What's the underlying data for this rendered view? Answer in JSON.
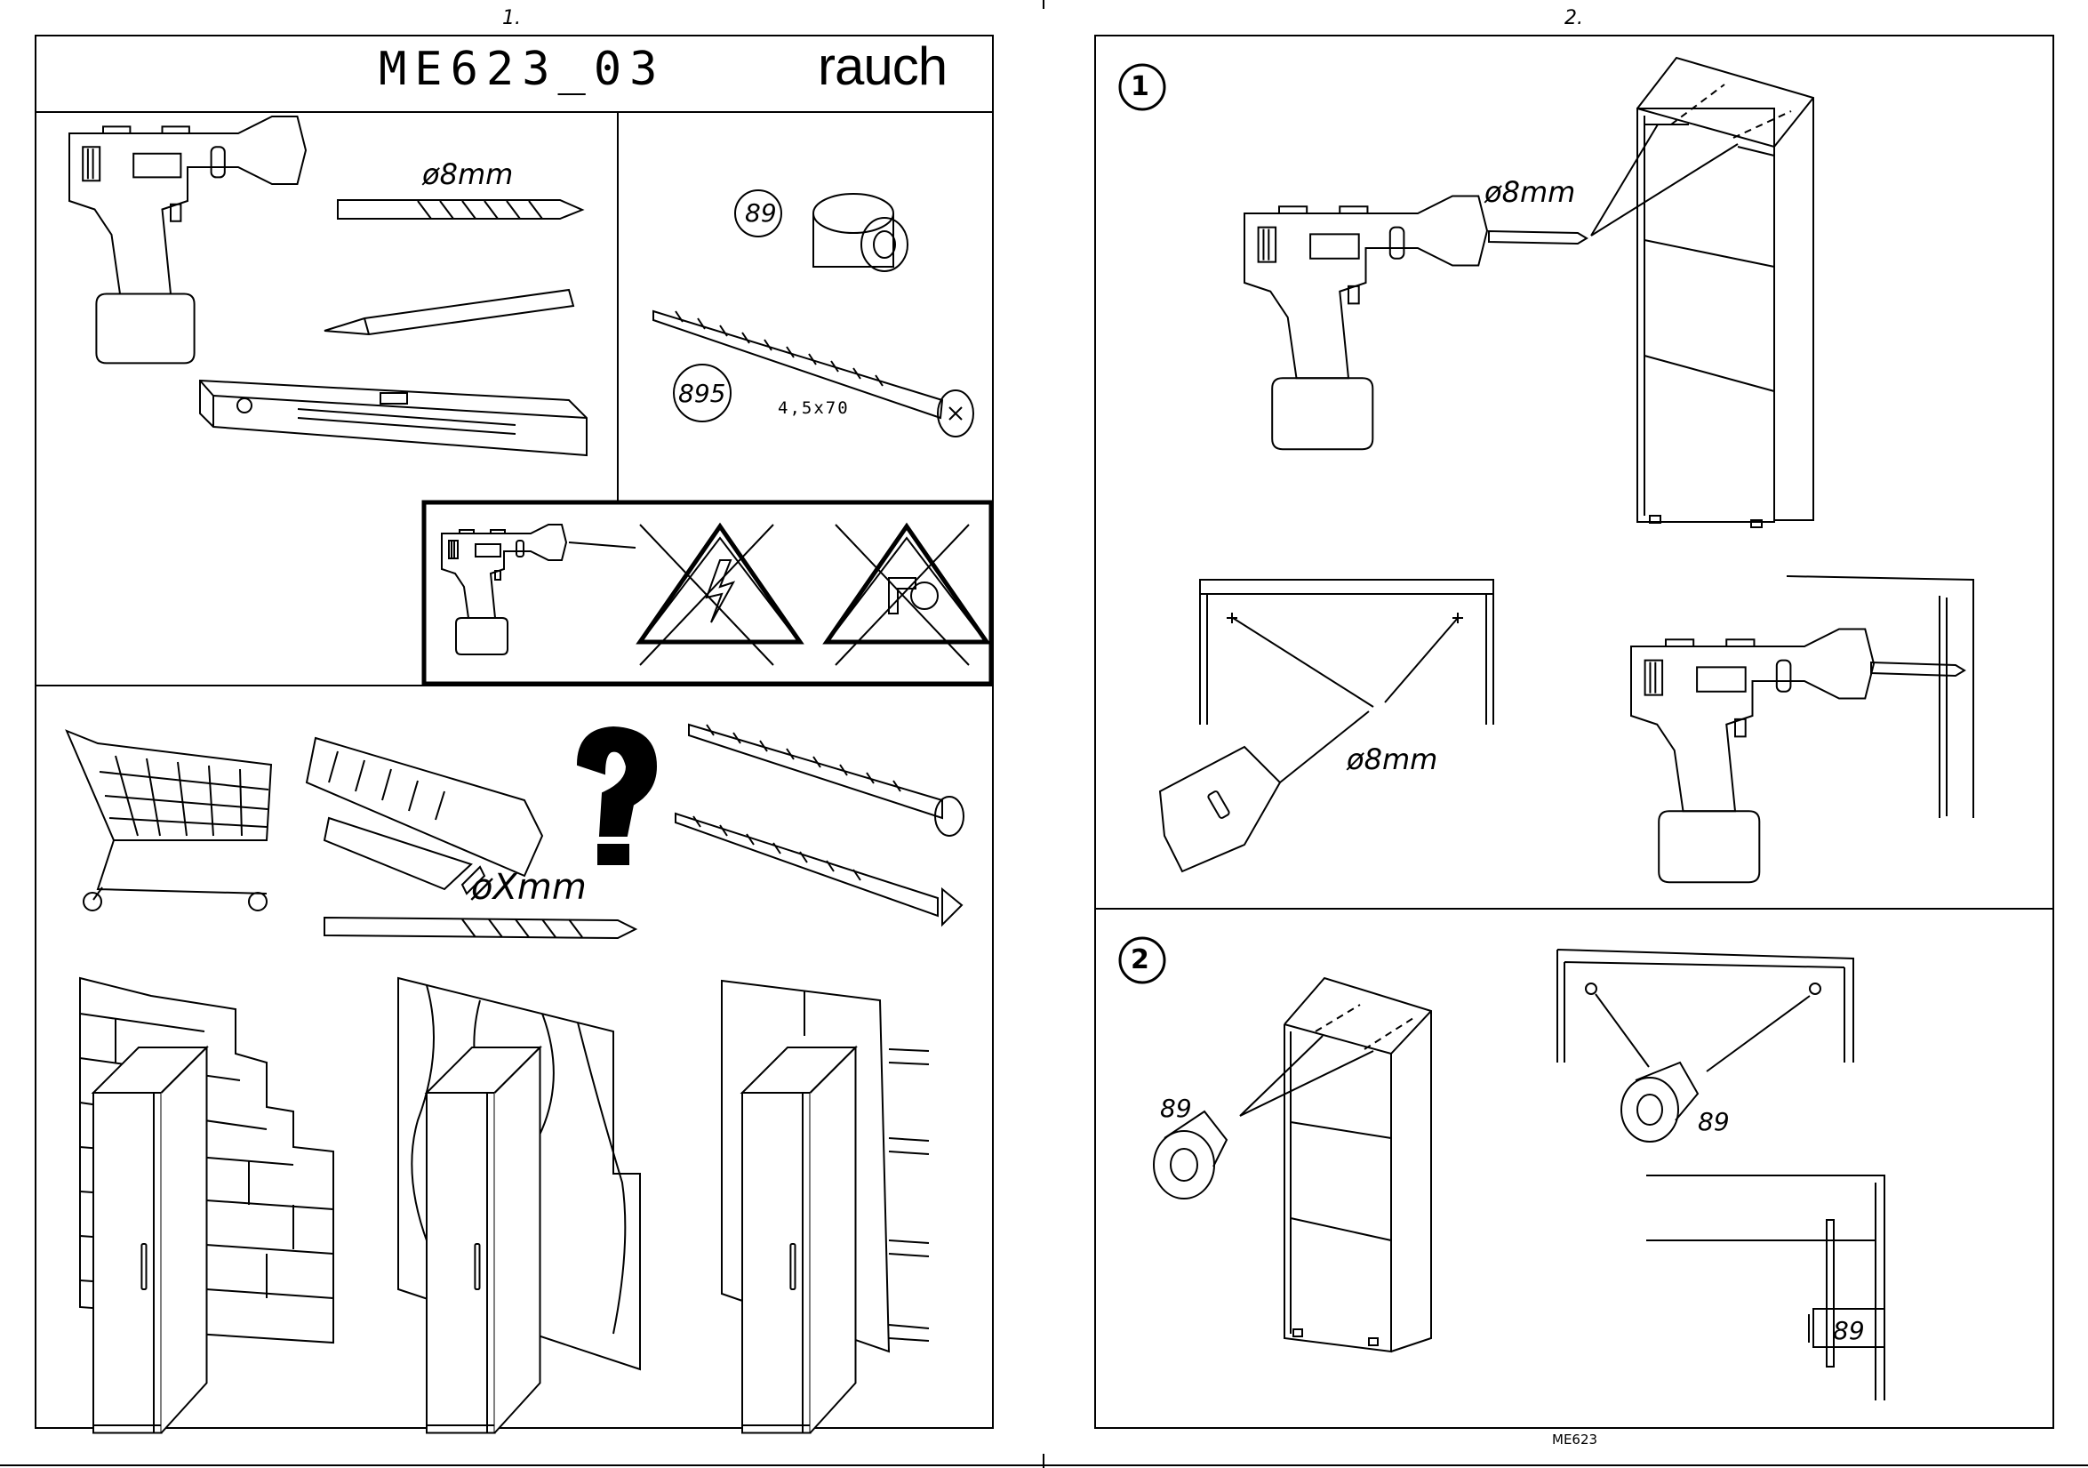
{
  "page_left": {
    "number": "1.",
    "model_code": "ME623_03",
    "brand": "rauch"
  },
  "page_right": {
    "number": "2.",
    "footer_code": "ME623"
  },
  "tools": {
    "drill_bit_size": "ø8mm",
    "plug_part_no": "89",
    "screw_part_no": "895",
    "screw_size": "4,5x70"
  },
  "wall_fixing": {
    "unknown_size": "øXmm",
    "question_mark": "?"
  },
  "step1": {
    "number": "1",
    "drill_size_top": "ø8mm",
    "drill_size_detail": "ø8mm"
  },
  "step2": {
    "number": "2",
    "plug_label_a": "89",
    "plug_label_b": "89",
    "plug_label_c": "89"
  }
}
